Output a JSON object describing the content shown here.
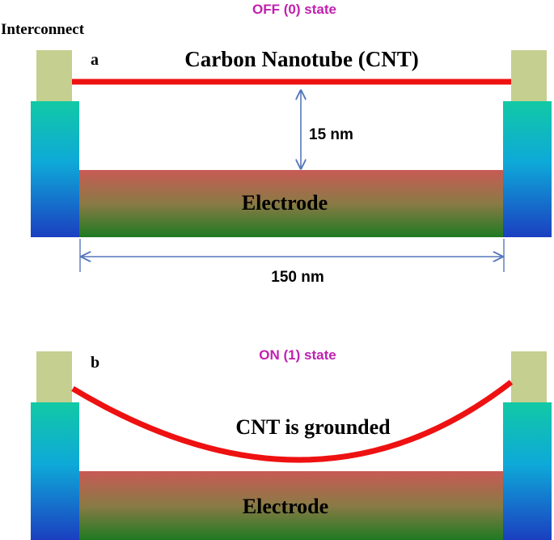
{
  "panel_a": {
    "state_label": "OFF (0) state",
    "letter": "a",
    "interconnect_label": "Interconnect",
    "cnt_label": "Carbon Nanotube (CNT)",
    "gap_label": "15 nm",
    "electrode_label": "Electrode",
    "length_label": "150 nm"
  },
  "panel_b": {
    "state_label": "ON (1) state",
    "letter": "b",
    "cnt_label": "CNT is grounded",
    "electrode_label": "Electrode"
  },
  "colors": {
    "state_text": "#c020b0",
    "cnt": "#ee1111",
    "dimension": "#5577bb",
    "interconnect_cap": "#c5cf8f",
    "electrode_top": "#c85a55",
    "electrode_bottom": "#1e7a22",
    "pillar_top": "#11c9a5",
    "pillar_bottom": "#1b3fc0"
  }
}
